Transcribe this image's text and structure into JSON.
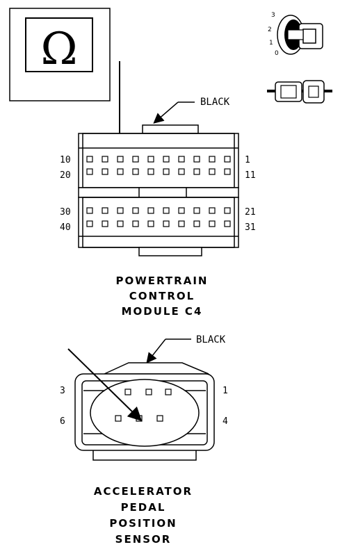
{
  "meter_icon": {
    "symbol": "Ω"
  },
  "ignition_key_icon": {
    "positions": [
      "3",
      "2",
      "1",
      "0"
    ]
  },
  "pcm_connector": {
    "color_label": "BLACK",
    "pin_labels": {
      "row1_left": "10",
      "row1_right": "1",
      "row2_left": "20",
      "row2_right": "11",
      "row3_left": "30",
      "row3_right": "21",
      "row4_left": "40",
      "row4_right": "31"
    },
    "title_lines": [
      "POWERTRAIN",
      "CONTROL",
      "MODULE C4"
    ]
  },
  "app_sensor_connector": {
    "color_label": "BLACK",
    "pin_labels": {
      "top_left": "3",
      "top_right": "1",
      "bottom_left": "6",
      "bottom_right": "4"
    },
    "title_lines": [
      "ACCELERATOR",
      "PEDAL",
      "POSITION",
      "SENSOR"
    ]
  }
}
